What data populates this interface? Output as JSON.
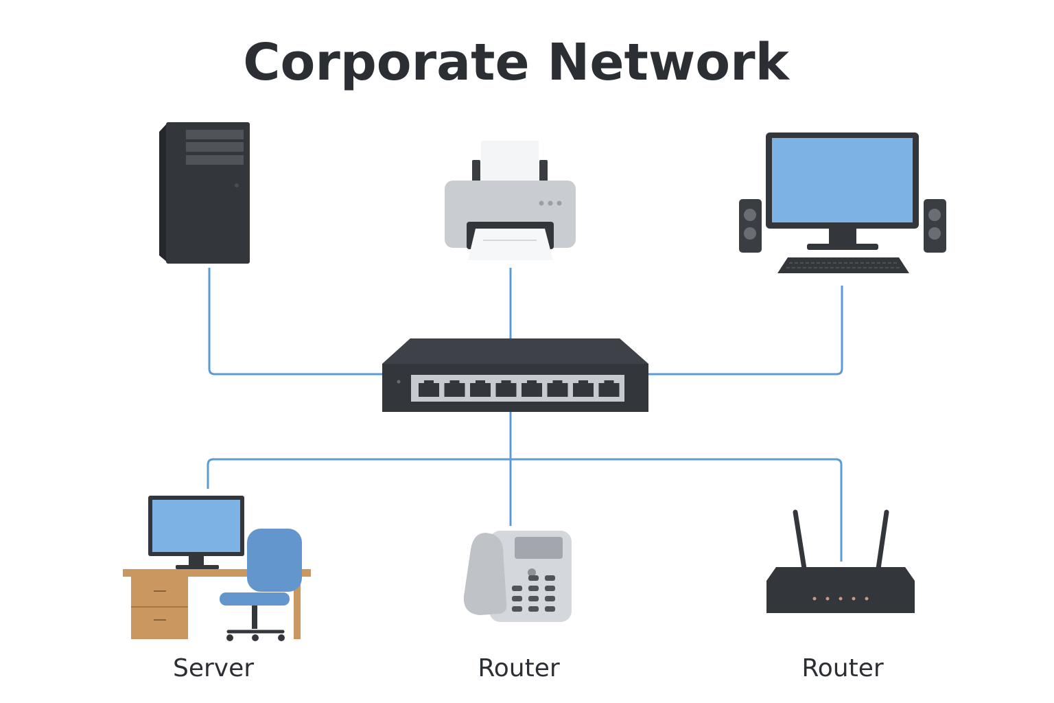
{
  "title": "Corporate Network",
  "labels": {
    "bottom_left": "Server",
    "bottom_center": "Router",
    "bottom_right": "Router"
  },
  "devices": {
    "top_left": "tower-server-icon",
    "top_center": "printer-icon",
    "top_right": "desktop-computer-icon",
    "center": "network-switch-icon",
    "bottom_left": "workstation-desk-icon",
    "bottom_center": "ip-phone-icon",
    "bottom_right": "wireless-router-icon"
  },
  "switch": {
    "port_count": 8
  },
  "colors": {
    "link": "#5b9bd5",
    "device_dark": "#33363b",
    "screen": "#7cb2e4",
    "title": "#2b2e33"
  }
}
